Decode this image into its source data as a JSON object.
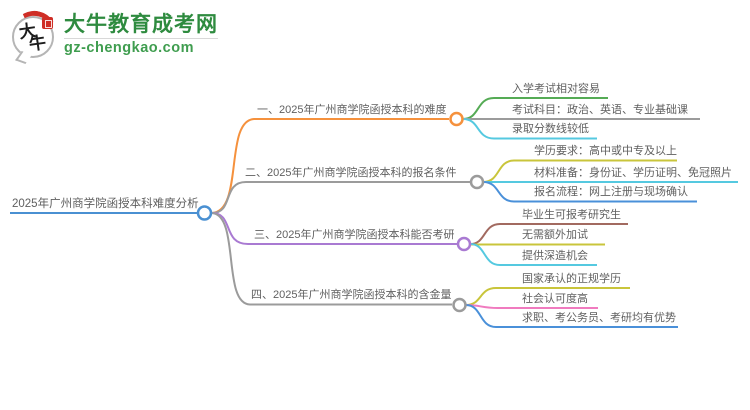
{
  "logo": {
    "icon": "daniu-speech-bubble-logo",
    "icon_char_top": "大",
    "icon_char_bottom": "牛",
    "title": "大牛教育成考网",
    "domain": "gz-chengkao.com",
    "title_color": "#2e8b3f",
    "domain_color": "#3f9d4f",
    "accent_red": "#cf2e26"
  },
  "mindmap": {
    "root": {
      "label": "2025年广州商学院函授本科难度分析",
      "color": "#4a90d2"
    },
    "branches": [
      {
        "label": "一、2025年广州商学院函授本科的难度",
        "color": "#f5913d",
        "children": [
          {
            "label": "入学考试相对容易",
            "color": "#55ab55"
          },
          {
            "label": "考试科目：政治、英语、专业基础课",
            "color": "#9b9b9b"
          },
          {
            "label": "录取分数线较低",
            "color": "#55c9e0"
          }
        ]
      },
      {
        "label": "二、2025年广州商学院函授本科的报名条件",
        "color": "#9b9b9b",
        "children": [
          {
            "label": "学历要求：高中或中专及以上",
            "color": "#c9c53b"
          },
          {
            "label": "材料准备：身份证、学历证明、免冠照片",
            "color": "#55c9e0"
          },
          {
            "label": "报名流程：网上注册与现场确认",
            "color": "#4a90d9"
          }
        ]
      },
      {
        "label": "三、2025年广州商学院函授本科能否考研",
        "color": "#a97ad2",
        "children": [
          {
            "label": "毕业生可报考研究生",
            "color": "#a26a60"
          },
          {
            "label": "无需额外加试",
            "color": "#c9c53b"
          },
          {
            "label": "提供深造机会",
            "color": "#55c9e0"
          }
        ]
      },
      {
        "label": "四、2025年广州商学院函授本科的含金量",
        "color": "#9b9b9b",
        "children": [
          {
            "label": "国家承认的正规学历",
            "color": "#c9c53b"
          },
          {
            "label": "社会认可度高",
            "color": "#f07bbf"
          },
          {
            "label": "求职、考公务员、考研均有优势",
            "color": "#4a90d9"
          }
        ]
      }
    ]
  }
}
